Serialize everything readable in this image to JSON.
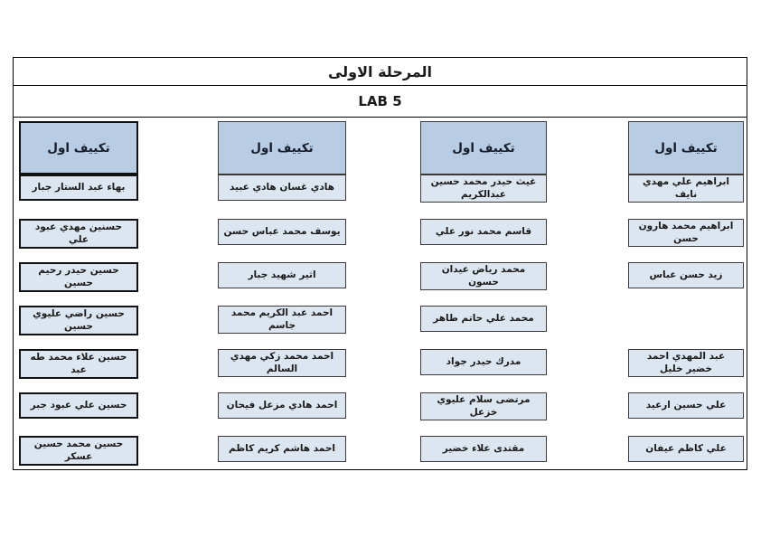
{
  "document": {
    "title": "المرحلة الاولى",
    "lab_label": "LAB 5"
  },
  "colors": {
    "group_header_fill": "#b8cce4",
    "name_cell_fill": "#dce6f1",
    "border_dark": "#000000"
  },
  "columns": [
    {
      "header": "تكييف اول",
      "names": [
        "بهاء عبد الستار جبار",
        "حسنين مهدي عبود علي",
        "حسين حيدر رحيم حسين",
        "حسين راضي عليوي حسين",
        "حسين علاء محمد طه عبد",
        "حسين علي عبود جبر",
        "حسين محمد حسين عسكر"
      ]
    },
    {
      "header": "تكييف اول",
      "names": [
        "هادي غسان هادي عبيد",
        "يوسف محمد عباس حسن",
        "اثير شهيد جبار",
        "احمد عبد الكريم محمد جاسم",
        "احمد محمد زكي مهدي السالم",
        "احمد هادي مزعل فيحان",
        "احمد هاشم كريم كاظم"
      ]
    },
    {
      "header": "تكييف اول",
      "names": [
        "غيث حيدر محمد حسين عبدالكريم",
        "قاسم محمد نور علي",
        "محمد رياض عيدان حسون",
        "محمد علي حاتم طاهر",
        "مدرك حيدر جواد",
        "مرتضى سلام عليوي خزعل",
        "مقتدى علاء خضير"
      ]
    },
    {
      "header": "تكييف اول",
      "names": [
        "ابراهيم علي مهدي نايف",
        "ابراهيم محمد هارون حسن",
        "زيد حسن عباس",
        "",
        "عبد المهدي احمد خضير خليل",
        "علي حسين ارعيد",
        "علي كاظم عيفان"
      ]
    }
  ]
}
